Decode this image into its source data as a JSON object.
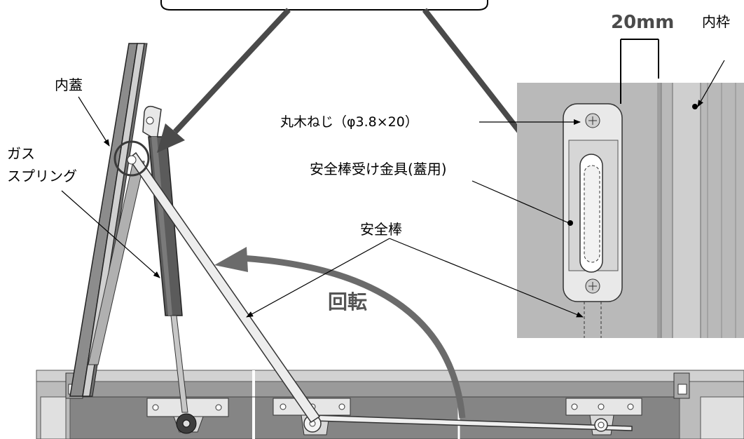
{
  "labels": {
    "inner_lid": "内蓋",
    "gas_spring_line1": "ガス",
    "gas_spring_line2": "スプリング",
    "screw": "丸木ねじ（φ3.8×20）",
    "bracket": "安全棒受け金具(蓋用)",
    "safety_bar": "安全棒",
    "rotation": "回転",
    "dimension": "20mm",
    "inner_frame": "内枠"
  },
  "colors": {
    "rotation_arrow": "#6b6b6b",
    "leader_arrows": "#4a4a4a",
    "detail_background": "#b9b9b9"
  }
}
